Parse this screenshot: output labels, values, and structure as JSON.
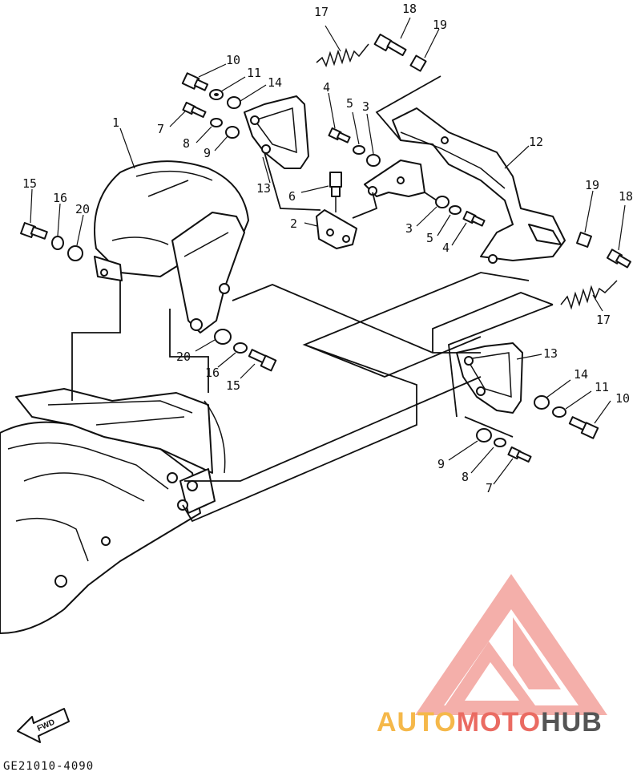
{
  "diagram": {
    "code": "GE21010-4090",
    "direction_label": "FWD",
    "watermark": {
      "part1": "AUTO",
      "part2": "MOTO",
      "part3": "HUB",
      "accent": "#ea6b62",
      "accent2": "#f5b84a"
    },
    "callouts": [
      {
        "id": "c17a",
        "text": "17"
      },
      {
        "id": "c18a",
        "text": "18"
      },
      {
        "id": "c19a",
        "text": "19"
      },
      {
        "id": "c10a",
        "text": "10"
      },
      {
        "id": "c11a",
        "text": "11"
      },
      {
        "id": "c14a",
        "text": "14"
      },
      {
        "id": "c4a",
        "text": "4"
      },
      {
        "id": "c5a",
        "text": "5"
      },
      {
        "id": "c3a",
        "text": "3"
      },
      {
        "id": "c1",
        "text": "1"
      },
      {
        "id": "c7a",
        "text": "7"
      },
      {
        "id": "c8a",
        "text": "8"
      },
      {
        "id": "c9a",
        "text": "9"
      },
      {
        "id": "c13a",
        "text": "13"
      },
      {
        "id": "c12",
        "text": "12"
      },
      {
        "id": "c6",
        "text": "6"
      },
      {
        "id": "c2",
        "text": "2"
      },
      {
        "id": "c3b",
        "text": "3"
      },
      {
        "id": "c5b",
        "text": "5"
      },
      {
        "id": "c4b",
        "text": "4"
      },
      {
        "id": "c19b",
        "text": "19"
      },
      {
        "id": "c18b",
        "text": "18"
      },
      {
        "id": "c17b",
        "text": "17"
      },
      {
        "id": "c15a",
        "text": "15"
      },
      {
        "id": "c16a",
        "text": "16"
      },
      {
        "id": "c20a",
        "text": "20"
      },
      {
        "id": "c20b",
        "text": "20"
      },
      {
        "id": "c16b",
        "text": "16"
      },
      {
        "id": "c15b",
        "text": "15"
      },
      {
        "id": "c13b",
        "text": "13"
      },
      {
        "id": "c14b",
        "text": "14"
      },
      {
        "id": "c11b",
        "text": "11"
      },
      {
        "id": "c10b",
        "text": "10"
      },
      {
        "id": "c9b",
        "text": "9"
      },
      {
        "id": "c8b",
        "text": "8"
      },
      {
        "id": "c7b",
        "text": "7"
      }
    ]
  }
}
